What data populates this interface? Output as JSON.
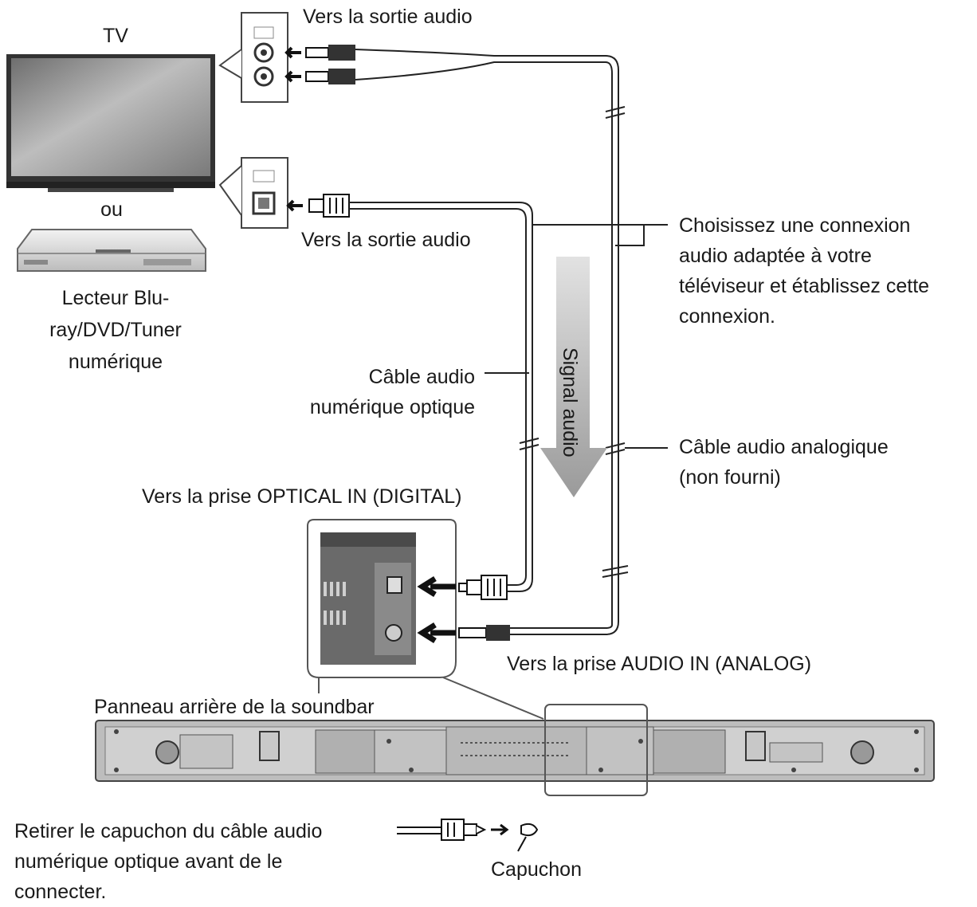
{
  "labels": {
    "tv": "TV",
    "or": "ou",
    "player": "Lecteur Blu-\nray/DVD/Tuner\nnumérique",
    "audio_out_top": "Vers la sortie audio",
    "audio_out_optical": "Vers la sortie audio",
    "choose_connection": "Choisissez une connexion\naudio adaptée à votre\ntéléviseur et établissez cette\nconnexion.",
    "optical_cable": "Câble audio\nnumérique optique",
    "signal_audio": "Signal audio",
    "analog_cable": "Câble audio analogique\n(non fourni)",
    "optical_in": "Vers la prise OPTICAL IN (DIGITAL)",
    "audio_in": "Vers la prise AUDIO IN (ANALOG)",
    "rear_panel": "Panneau arrière de la soundbar",
    "remove_cap": "Retirer le capuchon du câble audio\nnumérique optique avant de le\nconnecter.",
    "cap": "Capuchon"
  }
}
